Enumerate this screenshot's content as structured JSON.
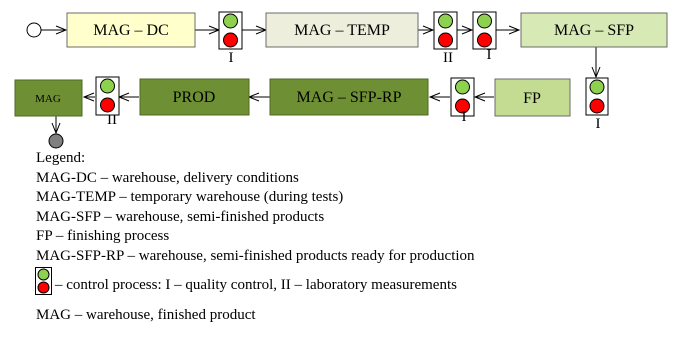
{
  "colors": {
    "box_light_yellow": "#ffffcc",
    "box_light_grey": "#eeeedd",
    "box_light_green": "#d7e9b5",
    "box_pale_green": "#c3dc91",
    "box_dark_green": "#6f8f35",
    "light_green": "#8ed14f",
    "light_red": "#ff0000",
    "end_node": "#808080"
  },
  "processes": {
    "mag_dc": "MAG – DC",
    "mag_temp": "MAG – TEMP",
    "mag_sfp": "MAG – SFP",
    "fp": "FP",
    "mag_sfp_rp": "MAG – SFP-RP",
    "prod": "PROD",
    "mag": "MAG"
  },
  "controls": {
    "c1": "I",
    "c2": "II",
    "c3": "I",
    "c4": "I",
    "c5": "I",
    "c6": "II"
  },
  "legend": {
    "title": "Legend:",
    "mag_dc": "MAG-DC – warehouse, delivery conditions",
    "mag_temp": "MAG-TEMP – temporary warehouse (during tests)",
    "mag_sfp": "MAG-SFP – warehouse, semi-finished products",
    "fp": "FP – finishing process",
    "mag_sfp_rp": "MAG-SFP-RP – warehouse, semi-finished products ready for production",
    "control": "– control process: I – quality control, II – laboratory measurements",
    "mag": "MAG – warehouse, finished product"
  }
}
